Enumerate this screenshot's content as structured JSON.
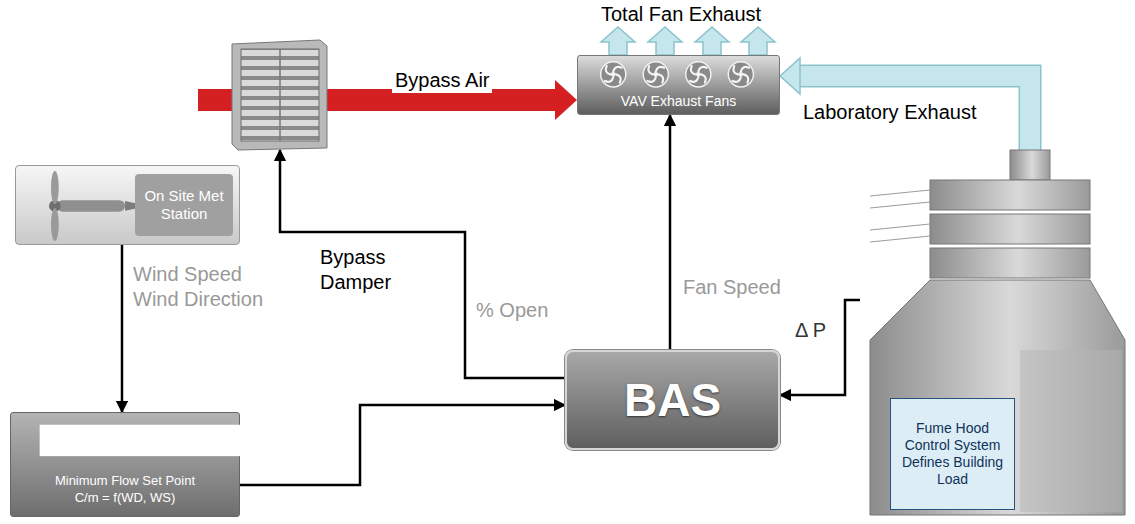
{
  "diagram": {
    "nodes": [
      {
        "text": [
          "VAV Exhaust Fans"
        ]
      },
      {
        "text": [
          "Bypass Damper"
        ]
      },
      {
        "text": [
          "On Site Met Station"
        ]
      },
      {
        "text": [
          "Minimum Flow Set Point",
          "C/m = f(WD, WS)"
        ]
      },
      {
        "text": [
          "BAS"
        ]
      },
      {
        "text": [
          "Fume Hood Control System Defines Building Load"
        ]
      }
    ],
    "edges": [
      {
        "from": 1,
        "to": 0,
        "arrow": "to",
        "label": "Bypass Air"
      },
      {
        "from": 5,
        "to": 0,
        "arrow": "to",
        "label": "Laboratory Exhaust"
      },
      {
        "from": 2,
        "to": 3,
        "arrow": "to",
        "label": "Wind Speed Wind Direction"
      },
      {
        "from": 3,
        "to": 4,
        "arrow": "to"
      },
      {
        "from": 4,
        "to": 1,
        "arrow": "to",
        "label": "% Open"
      },
      {
        "from": 4,
        "to": 0,
        "arrow": "to",
        "label": "Fan Speed"
      },
      {
        "from": 5,
        "to": 4,
        "arrow": "to",
        "label": "Δ P"
      }
    ],
    "labels": [
      "Total Fan Exhaust"
    ]
  }
}
